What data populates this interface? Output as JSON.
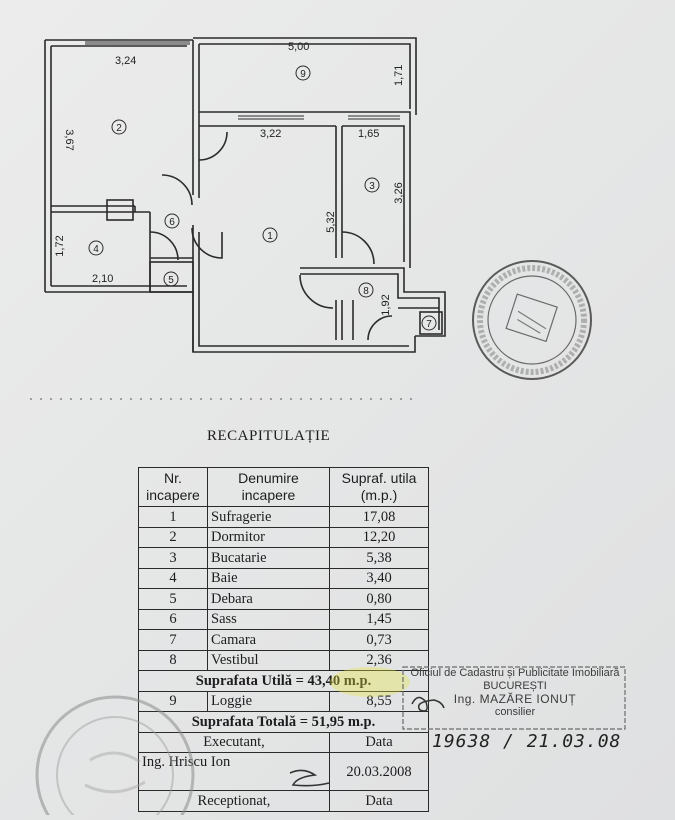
{
  "plan": {
    "dims": {
      "d324": "3,24",
      "d500": "5,00",
      "d171": "1,71",
      "d367": "3,67",
      "d322": "3,22",
      "d165": "1,65",
      "d326": "3,26",
      "d532": "5,32",
      "d172": "1,72",
      "d210": "2,10",
      "d192": "1,92"
    },
    "rooms": [
      "1",
      "2",
      "3",
      "4",
      "5",
      "6",
      "7",
      "8",
      "9"
    ]
  },
  "recap": {
    "title": "RECAPITULAȚIE",
    "headers": {
      "nr": "Nr. incapere",
      "name": "Denumire incapere",
      "area": "Supraf. utila (m.p.)"
    },
    "rows": [
      {
        "nr": "1",
        "name": "Sufragerie",
        "area": "17,08"
      },
      {
        "nr": "2",
        "name": "Dormitor",
        "area": "12,20"
      },
      {
        "nr": "3",
        "name": "Bucatarie",
        "area": "5,38"
      },
      {
        "nr": "4",
        "name": "Baie",
        "area": "3,40"
      },
      {
        "nr": "5",
        "name": "Debara",
        "area": "0,80"
      },
      {
        "nr": "6",
        "name": "Sass",
        "area": "1,45"
      },
      {
        "nr": "7",
        "name": "Camara",
        "area": "0,73"
      },
      {
        "nr": "8",
        "name": "Vestibul",
        "area": "2,36"
      }
    ],
    "utila_total": "Suprafata  Utilă = 43,40 m.p.",
    "loggia": {
      "nr": "9",
      "name": "Loggie",
      "area": "8,55"
    },
    "totala": "Suprafata  Totală = 51,95 m.p.",
    "executant_label": "Executant,",
    "data_label": "Data",
    "executant_name": "Ing. Hriscu Ion",
    "executant_date": "20.03.2008",
    "receptionat_label": "Receptionat,",
    "data_label2": "Data"
  },
  "stamp": {
    "line1": "Oficiul de Cadastru și Publicitate Imobiliară",
    "line2": "BUCUREȘTI",
    "line3": "Ing. MAZĂRE IONUȚ",
    "line4": "consilier",
    "handwritten": "19638 / 21.03.08"
  }
}
